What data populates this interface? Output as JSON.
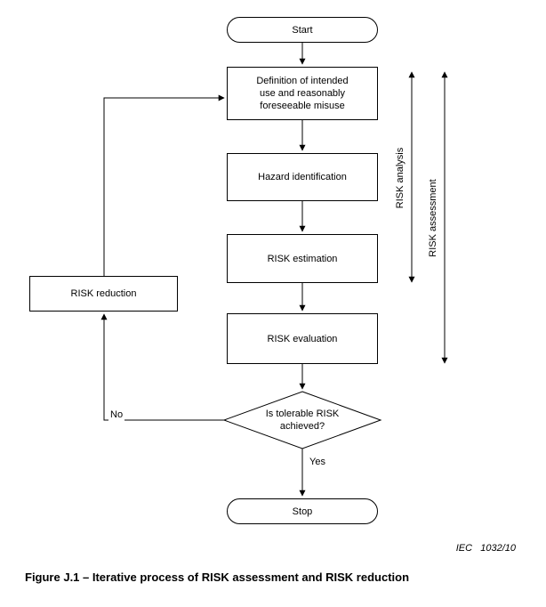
{
  "figure": {
    "nodes": {
      "start": {
        "label": "Start"
      },
      "definition": {
        "label": "Definition of intended use and reasonably foreseeable misuse"
      },
      "hazard_identification": {
        "label": "Hazard identification"
      },
      "risk_estimation": {
        "label": "RISK estimation"
      },
      "risk_evaluation": {
        "label": "RISK evaluation"
      },
      "risk_reduction": {
        "label": "RISK reduction"
      },
      "decision": {
        "label": "Is tolerable RISK achieved?"
      },
      "stop": {
        "label": "Stop"
      }
    },
    "edge_labels": {
      "no": "No",
      "yes": "Yes"
    },
    "spans": {
      "risk_analysis": "RISK analysis",
      "risk_assessment": "RISK assessment"
    },
    "attribution": "IEC   1032/10",
    "caption": "Figure J.1 – Iterative process of RISK assessment and RISK reduction",
    "colors": {
      "line": "#000000",
      "background": "#ffffff",
      "text": "#000000"
    }
  }
}
